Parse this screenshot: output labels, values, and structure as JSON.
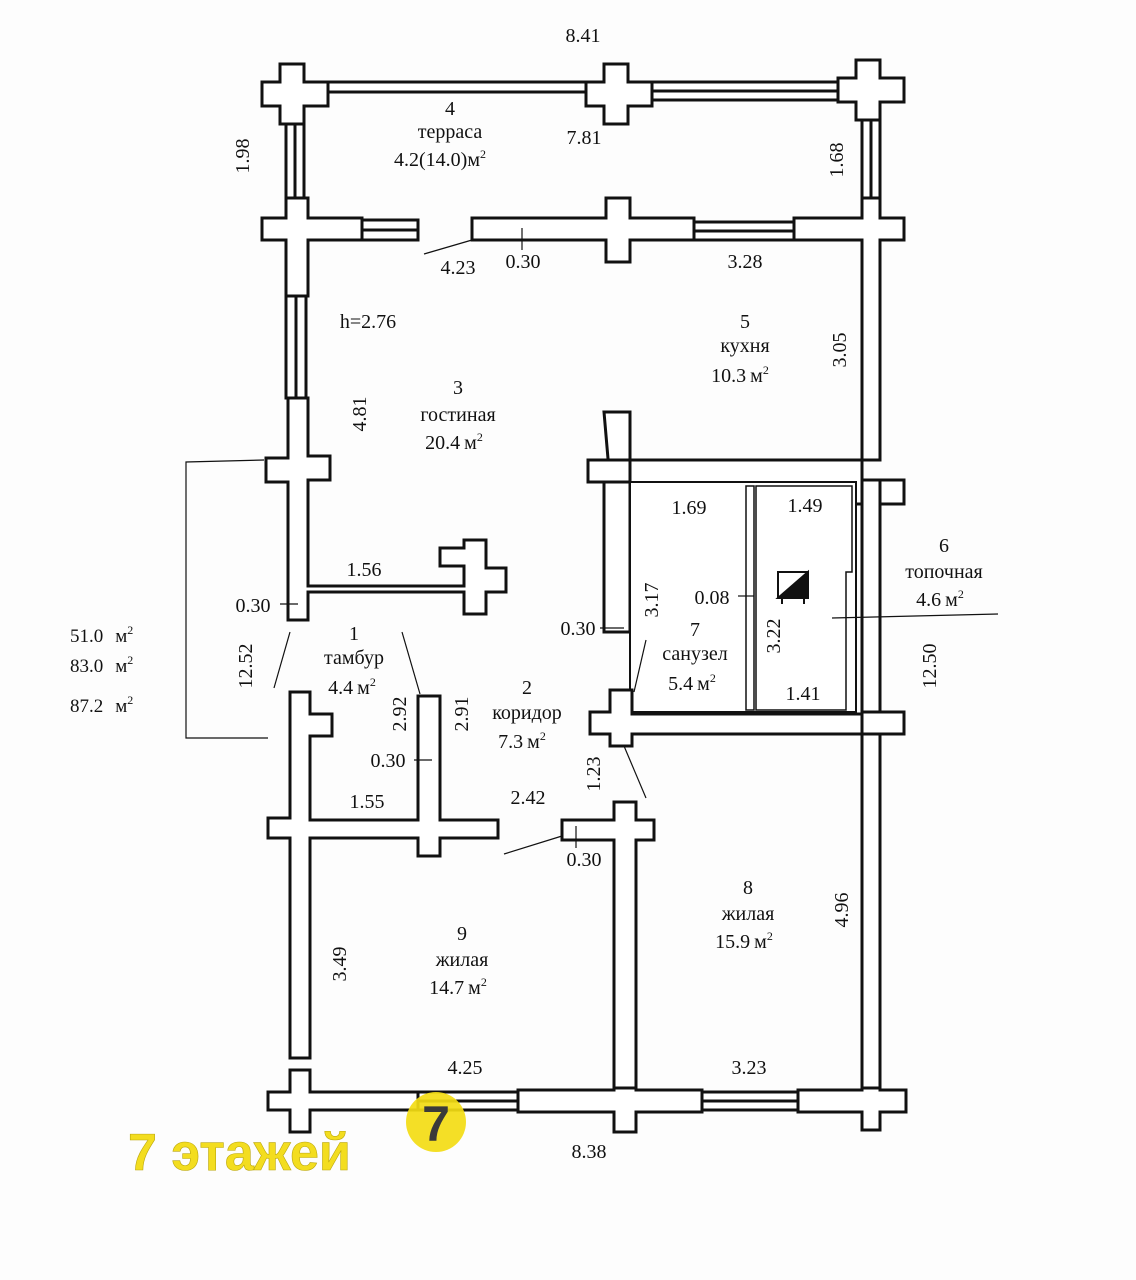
{
  "plan": {
    "unit_m2": "м",
    "rooms": [
      {
        "num": "1",
        "name": "тамбур",
        "area": "4.4"
      },
      {
        "num": "2",
        "name": "коридор",
        "area": "7.3"
      },
      {
        "num": "3",
        "name": "гостиная",
        "area": "20.4"
      },
      {
        "num": "4",
        "name": "терраса",
        "area": "4.2(14.0)"
      },
      {
        "num": "5",
        "name": "кухня",
        "area": "10.3"
      },
      {
        "num": "6",
        "name": "топочная",
        "area": "4.6"
      },
      {
        "num": "7",
        "name": "санузел",
        "area": "5.4"
      },
      {
        "num": "8",
        "name": "жилая",
        "area": "15.9"
      },
      {
        "num": "9",
        "name": "жилая",
        "area": "14.7"
      }
    ],
    "dims": {
      "terrace_outer": "8.41",
      "terrace_inner": "7.81",
      "terrace_left": "1.98",
      "terrace_right": "1.68",
      "door_a": "4.23",
      "wall_a": "0.30",
      "kitchen_top": "3.28",
      "kitchen_right": "3.05",
      "height": "h=2.76",
      "living_side": "4.81",
      "bath_top": "1.69",
      "boiler_top": "1.49",
      "vest_top": "1.56",
      "wall_b": "0.30",
      "corr_wall": "0.30",
      "bath_h": "3.17",
      "partition": "0.08",
      "boiler_h": "3.22",
      "boiler_bottom": "1.41",
      "left_total": "12.52",
      "right_total": "12.50",
      "vest_h": "2.92",
      "corr_h": "2.91",
      "wall_c": "0.30",
      "vest_bottom": "1.55",
      "corr_bottom": "2.42",
      "bed_gap": "1.23",
      "wall_d": "0.30",
      "bed8_side": "4.96",
      "bed9_side": "3.49",
      "bed9_bottom": "4.25",
      "bed8_bottom": "3.23",
      "base_total": "8.38"
    },
    "totals": [
      "51.0",
      "83.0",
      "87.2"
    ]
  },
  "watermark": {
    "text": "7 этажей",
    "badge": "7",
    "color": "#f3dc14"
  }
}
